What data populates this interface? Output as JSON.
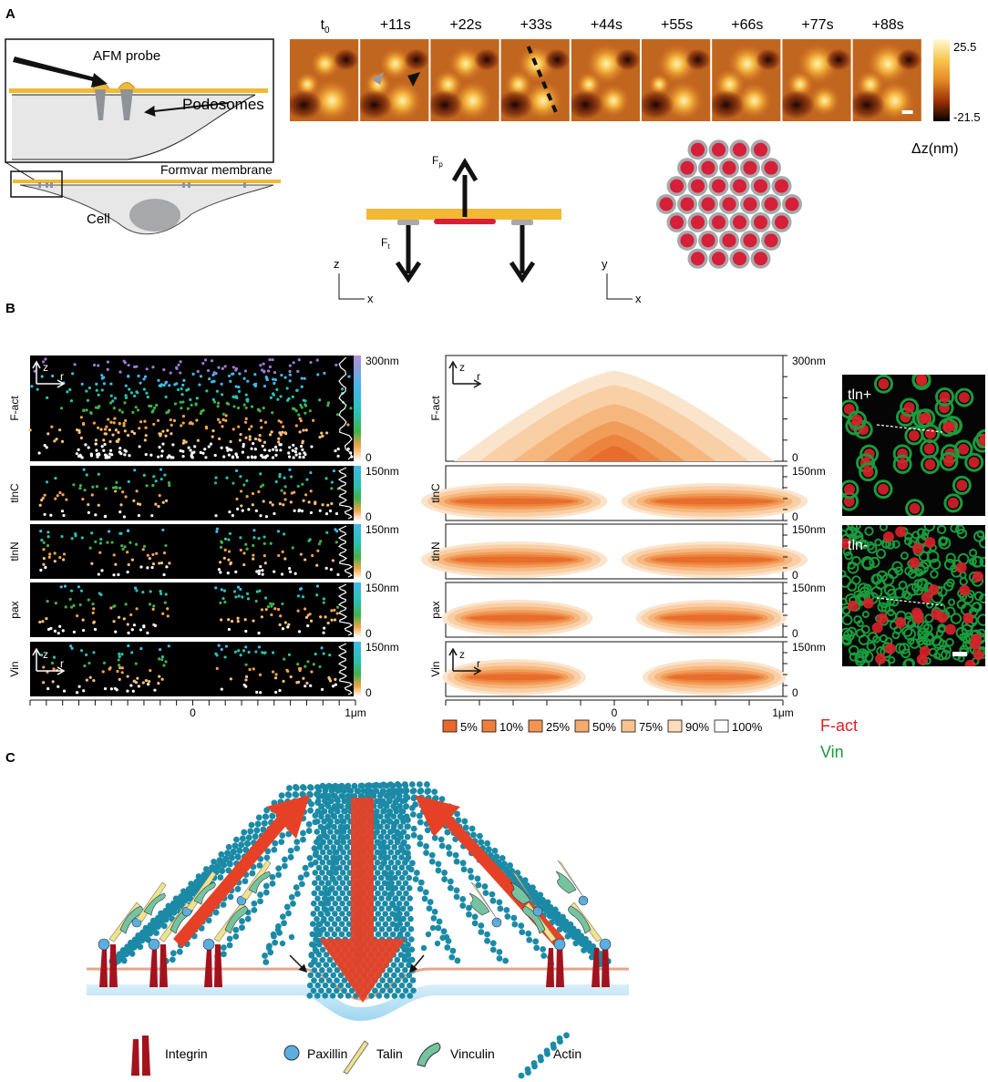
{
  "panels": {
    "a": "A",
    "b": "B",
    "c": "C"
  },
  "panel_a": {
    "schematic": {
      "afm_probe": "AFM probe",
      "podosomes": "Podosomes",
      "formvar": "Formvar membrane",
      "cell": "Cell"
    },
    "time_labels": [
      "t",
      "+11s",
      "+22s",
      "+33s",
      "+44s",
      "+55s",
      "+66s",
      "+77s",
      "+88s"
    ],
    "t_subscript": "0",
    "colorbar": {
      "max": "25.5",
      "min": "-21.5",
      "unit": "Δz(nm)"
    },
    "force": {
      "fp": "F",
      "fp_sub": "p",
      "ft": "F",
      "ft_sub": "t"
    },
    "axes": {
      "z": "z",
      "x": "x",
      "y": "y",
      "x2": "x"
    }
  },
  "panel_b": {
    "rows": [
      "F-act",
      "tlnC",
      "tlnN",
      "pax",
      "Vin"
    ],
    "scale_max": [
      "300nm",
      "150nm",
      "150nm",
      "150nm",
      "150nm"
    ],
    "scale_zero": "0",
    "axis_zero": "0",
    "axis_end": "1μm",
    "axis_z": "z",
    "axis_r": "r",
    "legend": [
      "5%",
      "10%",
      "25%",
      "50%",
      "75%",
      "90%",
      "100%"
    ],
    "legend_colors": [
      "#e9672a",
      "#ee7e3c",
      "#f29552",
      "#f5ab6c",
      "#f8c38f",
      "#fbdcbb",
      "#ffffff"
    ],
    "images": {
      "tln_plus": "tln+",
      "tln_minus": "tln-"
    },
    "channels": {
      "red": "F-act",
      "green": "Vin",
      "red_color": "#d8212a",
      "green_color": "#1a9a3c"
    }
  },
  "panel_c": {
    "legend": [
      "Integrin",
      "Paxillin",
      "Talin",
      "Vinculin",
      "Actin"
    ],
    "colors": {
      "integrin": "#a3131d",
      "paxillin": "#5aaee0",
      "talin": "#efe38c",
      "vinculin": "#75c3a1",
      "actin": "#1b8aa6",
      "force": "#e64126",
      "membrane": "#a9dcf2"
    }
  }
}
